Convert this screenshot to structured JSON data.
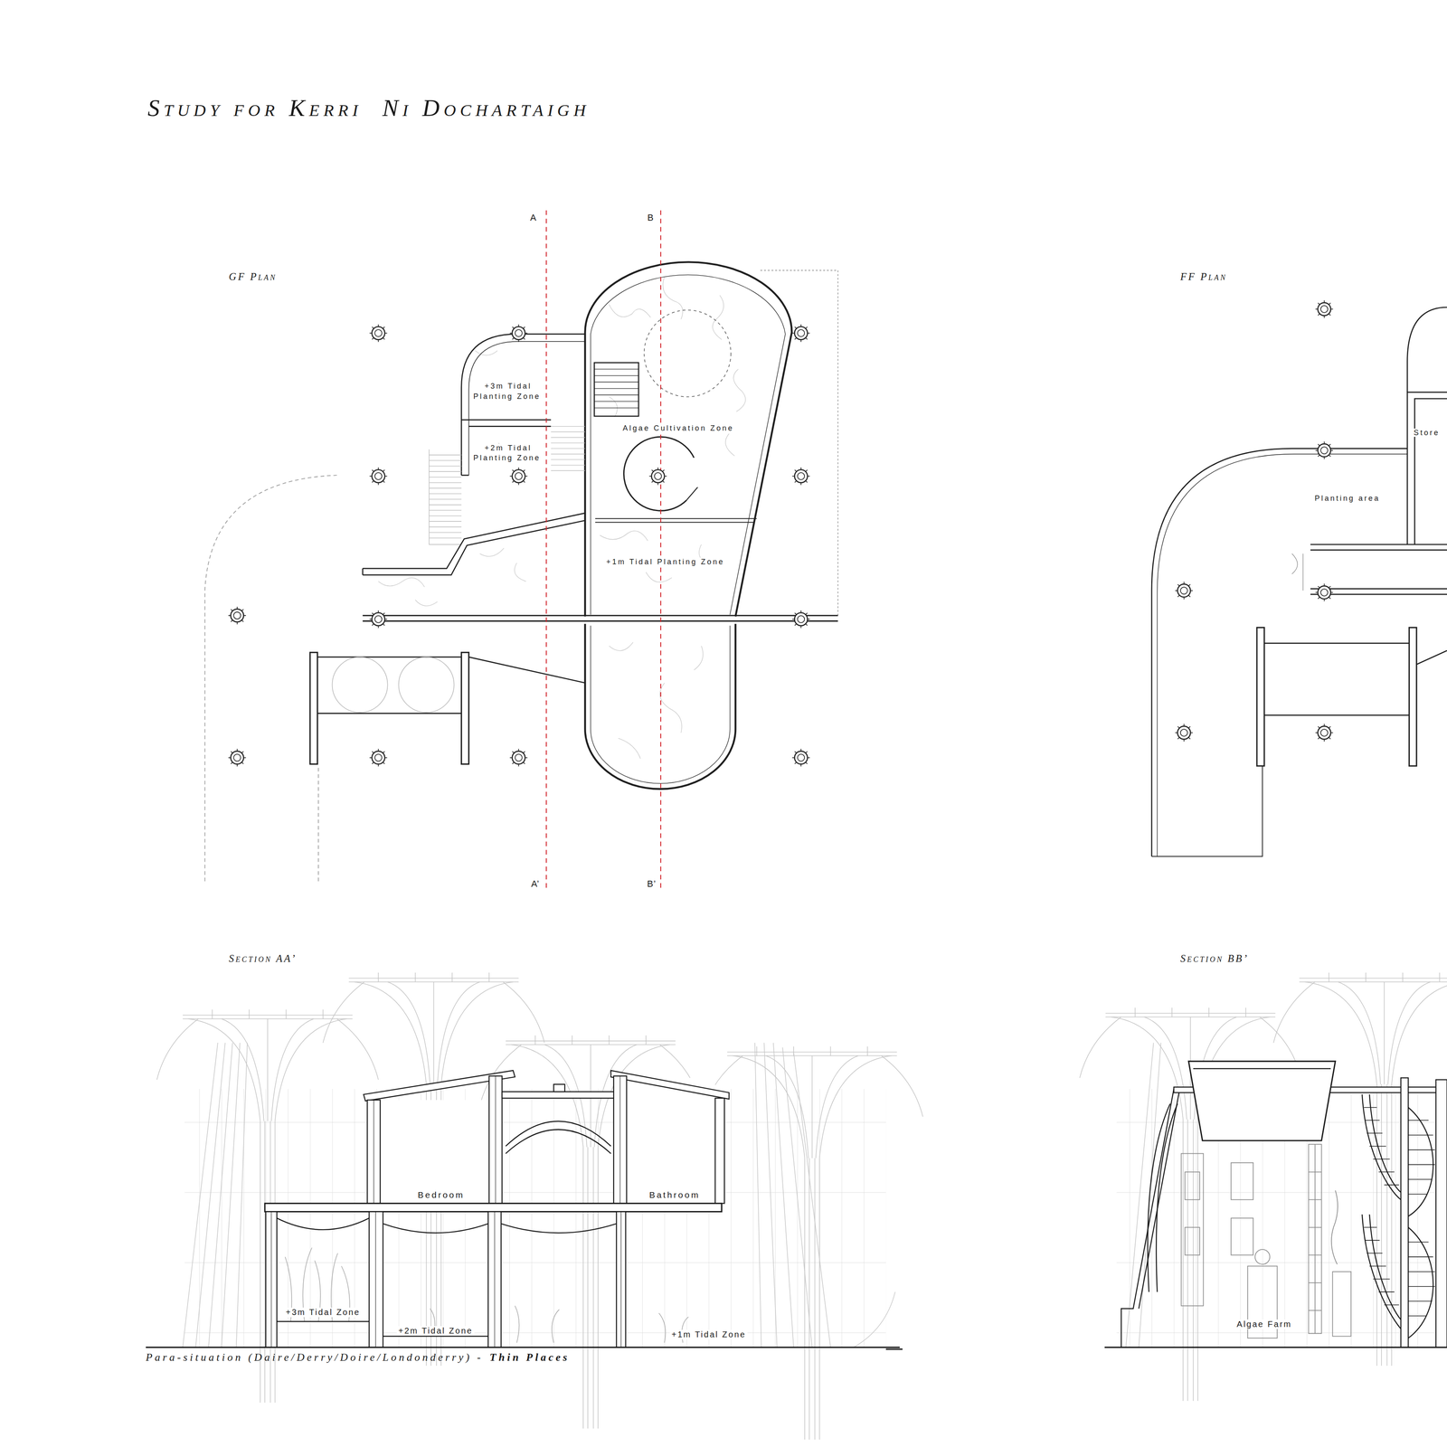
{
  "diagram": {
    "title": "Study for Kerri  Ni Dochartaigh",
    "caption": "Para-situation (Daire/Derry/Doire/Londonderry) -",
    "nodes": [
      {
        "text": [
          "+3m Tidal Planting Zone"
        ]
      },
      {
        "text": [
          "+2m Tidal Planting Zone"
        ]
      },
      {
        "text": [
          "Algae Cultivation Zone"
        ]
      },
      {
        "text": [
          "+1m Tidal Planting Zone"
        ]
      },
      {
        "text": [
          "Store"
        ]
      },
      {
        "text": [
          "Planting area"
        ]
      },
      {
        "text": [
          "Bedroom"
        ]
      },
      {
        "text": [
          "Bathroom"
        ]
      }
    ],
    "labels": [
      "GF Plan",
      "A",
      "B",
      "FF Plan",
      "A’",
      "B’",
      "Section AA’",
      "Section BB’",
      "+3m Tidal Zone",
      "+2m Tidal Zone",
      "+1m Tidal Zone",
      "Algae Farm",
      "Thin Places"
    ]
  }
}
